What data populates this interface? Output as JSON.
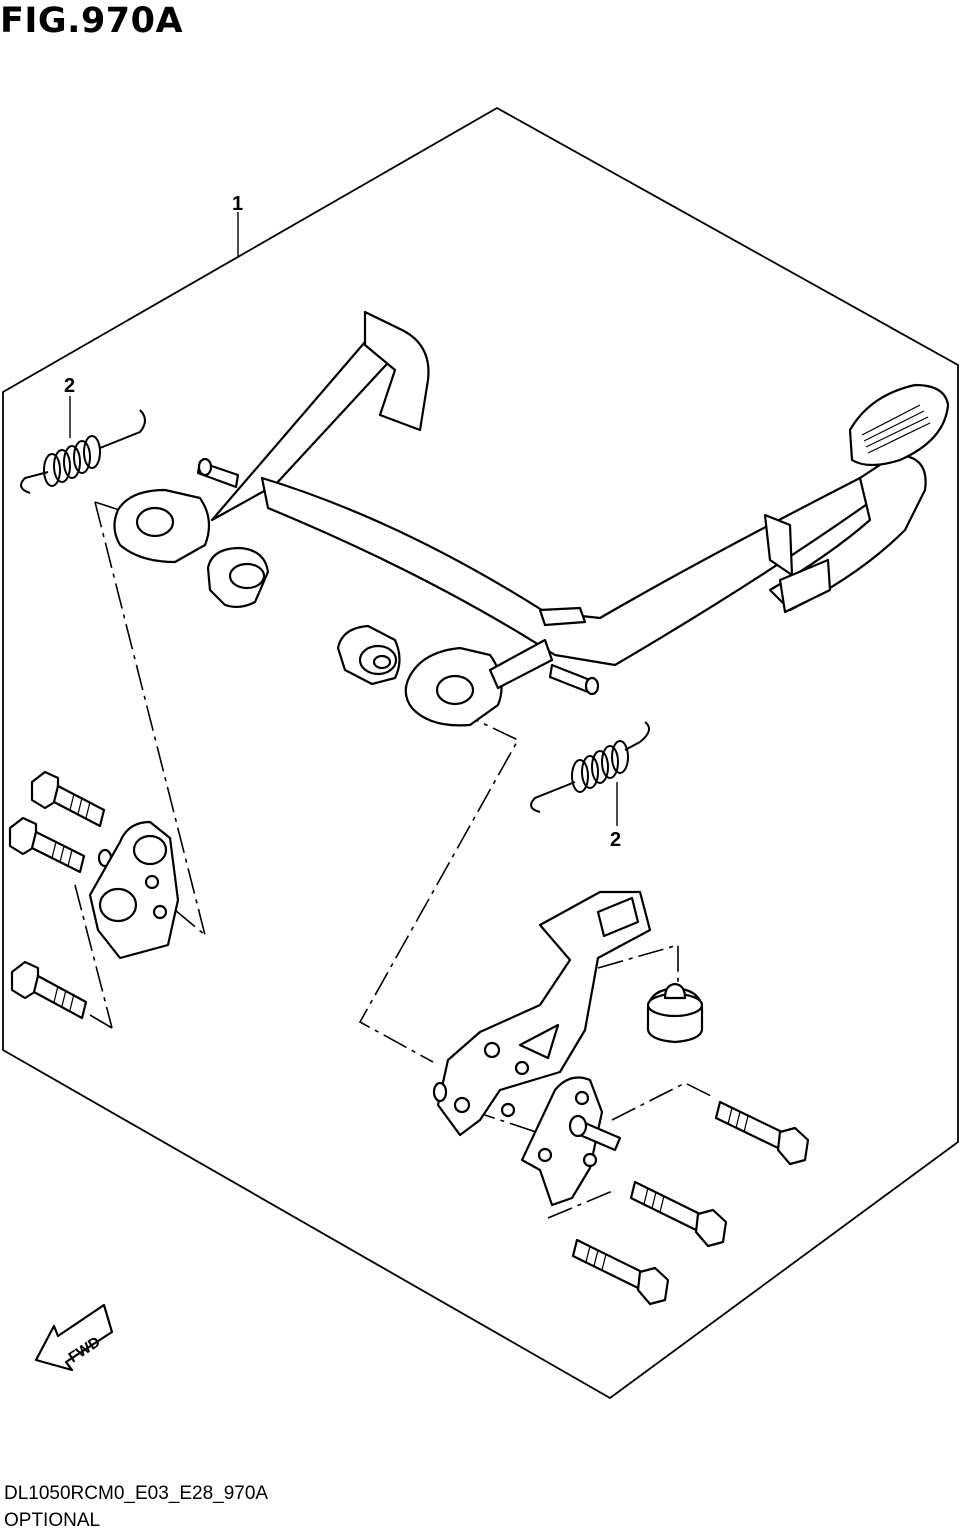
{
  "figure": {
    "title": "FIG.970A",
    "code": "DL1050RCM0_E03_E28_970A",
    "note": "OPTIONAL"
  },
  "callouts": [
    {
      "id": "1",
      "label": "1"
    },
    {
      "id": "2a",
      "label": "2"
    },
    {
      "id": "2b",
      "label": "2"
    }
  ],
  "fwd_label": "FWD",
  "colors": {
    "line": "#000000",
    "background": "#ffffff"
  }
}
